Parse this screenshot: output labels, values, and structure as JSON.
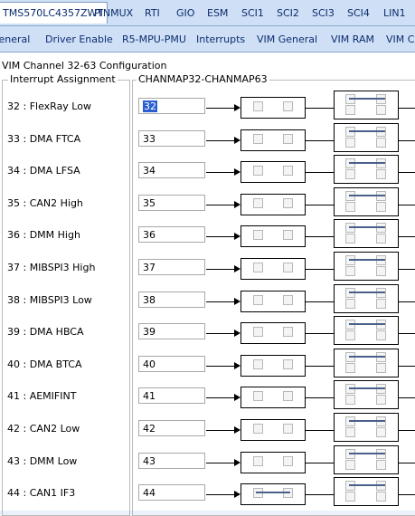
{
  "top_tabs": [
    "TMS570LC4357ZWT",
    "PINMUX",
    "RTI",
    "GIO",
    "ESM",
    "SCI1",
    "SCI2",
    "SCI3",
    "SCI4",
    "LIN1"
  ],
  "sub_tabs": [
    "General",
    "Driver Enable",
    "R5-MPU-PMU",
    "Interrupts",
    "VIM General",
    "VIM RAM",
    "VIM C"
  ],
  "section_title": "VIM Channel 32-63 Configuration",
  "interrupt_group_label": "Interrupt Assignment",
  "chanmap_group_label": "CHANMAP32-CHANMAP63",
  "rows": [
    {
      "label": "32 : FlexRay Low",
      "value": "32"
    },
    {
      "label": "33 : DMA FTCA",
      "value": "33"
    },
    {
      "label": "34 : DMA LFSA",
      "value": "34"
    },
    {
      "label": "35 : CAN2 High",
      "value": "35"
    },
    {
      "label": "36 : DMM High",
      "value": "36"
    },
    {
      "label": "37 : MIBSPI3 High",
      "value": "37"
    },
    {
      "label": "38 : MIBSPI3 Low",
      "value": "38"
    },
    {
      "label": "39 : DMA HBCA",
      "value": "39"
    },
    {
      "label": "40 : DMA BTCA",
      "value": "40"
    },
    {
      "label": "41 : AEMIFINT",
      "value": "41"
    },
    {
      "label": "42 : CAN2 Low",
      "value": "42"
    },
    {
      "label": "43 : DMM Low",
      "value": "43"
    },
    {
      "label": "44 : CAN1 IF3",
      "value": "44"
    }
  ]
}
